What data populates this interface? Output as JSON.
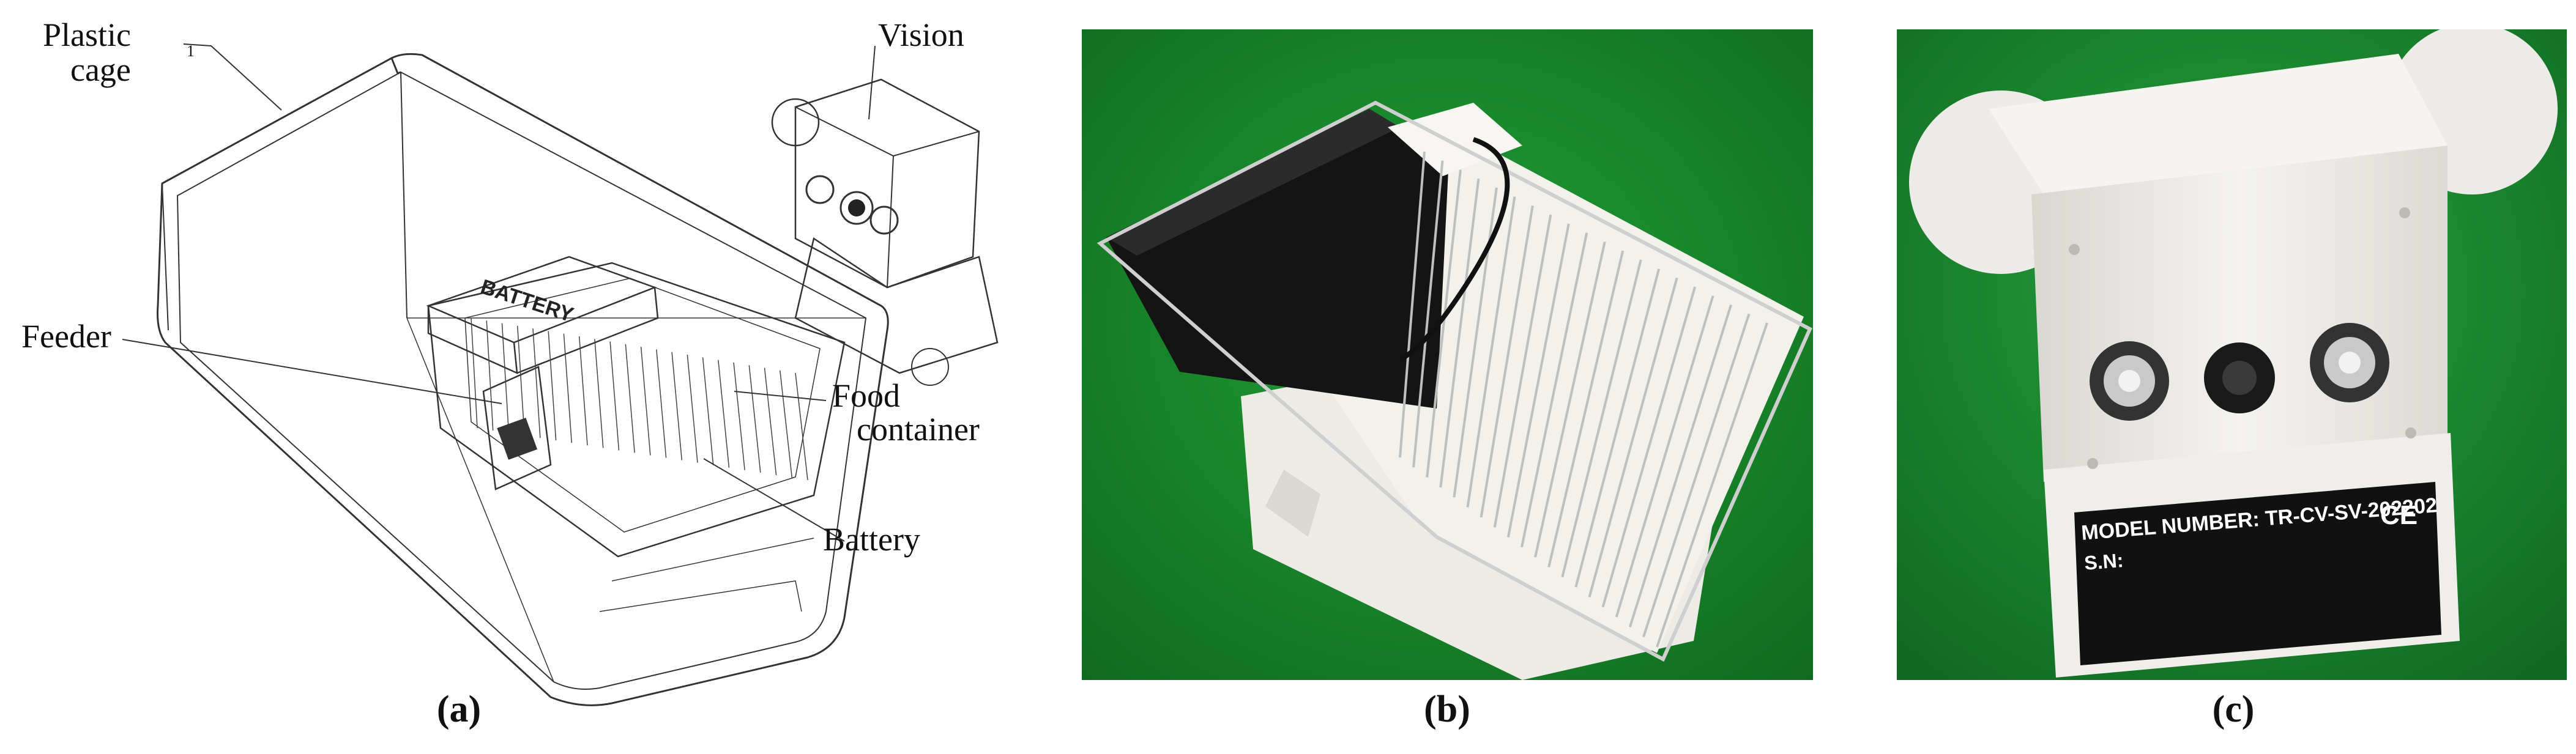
{
  "panel_a": {
    "labels": {
      "plastic_cage_line1": "Plastic",
      "plastic_cage_line2": "cage",
      "part_number": "1",
      "vision": "Vision",
      "feeder": "Feeder",
      "food_container_line1": "Food",
      "food_container_line2": "container",
      "battery": "Battery",
      "battery_print": "BATTERY"
    },
    "caption": "(a)"
  },
  "panel_b": {
    "caption": "(b)"
  },
  "panel_c": {
    "caption": "(c)",
    "model_number": "MODEL NUMBER: TR-CV-SV-202202",
    "serial_label": "S.N:",
    "ce_mark": "CE"
  },
  "colors": {
    "green_background": "#1a8a2a",
    "device_white": "#f2f0ec",
    "battery_black": "#151515",
    "wire_metal": "#b8b8b8"
  }
}
